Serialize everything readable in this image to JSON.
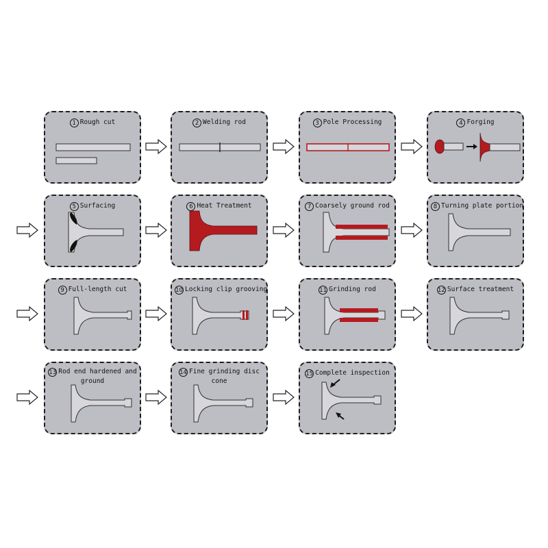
{
  "colors": {
    "box_fill": "#bdbdc4",
    "processed": "#b41b1f",
    "outline": "#333333"
  },
  "steps": [
    {
      "num": "1",
      "label": "Rough cut"
    },
    {
      "num": "2",
      "label": "Welding rod"
    },
    {
      "num": "3",
      "label": "Pole Processing"
    },
    {
      "num": "4",
      "label": "Forging"
    },
    {
      "num": "5",
      "label": "Surfacing"
    },
    {
      "num": "6",
      "label": "Heat Treatment"
    },
    {
      "num": "7",
      "label": "Coarsely ground rod"
    },
    {
      "num": "8",
      "label": "Turning plate portion"
    },
    {
      "num": "9",
      "label": "Full-length cut"
    },
    {
      "num": "10",
      "label": "Locking clip grooving"
    },
    {
      "num": "11",
      "label": "Grinding rod"
    },
    {
      "num": "12",
      "label": "Surface treatment"
    },
    {
      "num": "13",
      "label": "Rod end hardened and ground"
    },
    {
      "num": "14",
      "label": "Fine grinding disc cone"
    },
    {
      "num": "15",
      "label": "Complete inspection"
    }
  ]
}
